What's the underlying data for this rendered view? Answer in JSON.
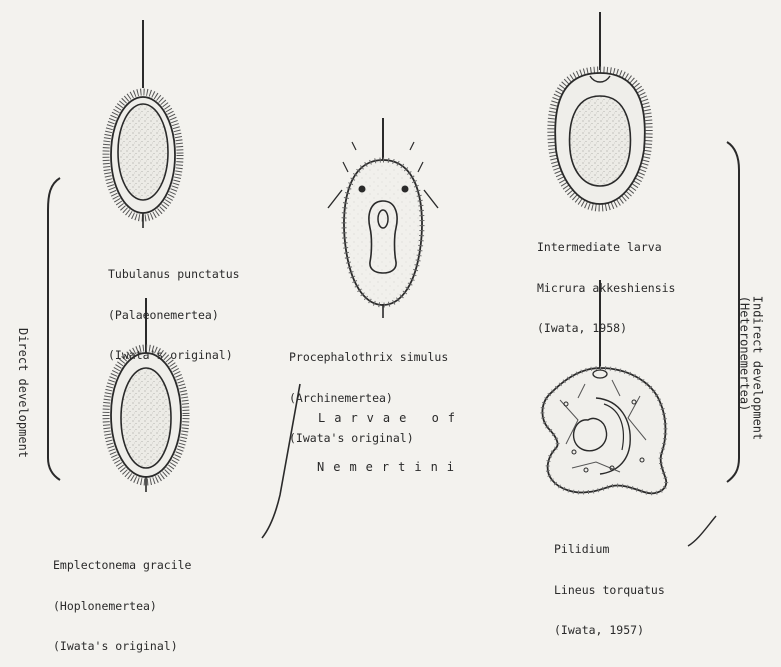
{
  "larvae": {
    "tubulanus": {
      "name": "Tubulanus punctatus",
      "group": "(Palaeonemertea)",
      "source": "(Iwata's original)"
    },
    "emplectonema": {
      "name": "Emplectonema gracile",
      "group": "(Hoplonemertea)",
      "source": "(Iwata's original)"
    },
    "procephalothrix": {
      "name": "Procephalothrix simulus",
      "group": "(Archinemertea)",
      "source": "(Iwata's original)"
    },
    "intermediate": {
      "name": "Intermediate larva",
      "species": "Micrura akkeshiensis",
      "source": "(Iwata, 1958)"
    },
    "pilidium": {
      "name": "Pilidium",
      "species": "Lineus torquatus",
      "source": "(Iwata, 1957)"
    }
  },
  "brackets": {
    "direct": "Direct development",
    "indirect_line1": "Indirect development",
    "indirect_line2": "(Heteronemertea)"
  },
  "title": {
    "line1": "Larvae of",
    "line2": "Nemertini"
  }
}
